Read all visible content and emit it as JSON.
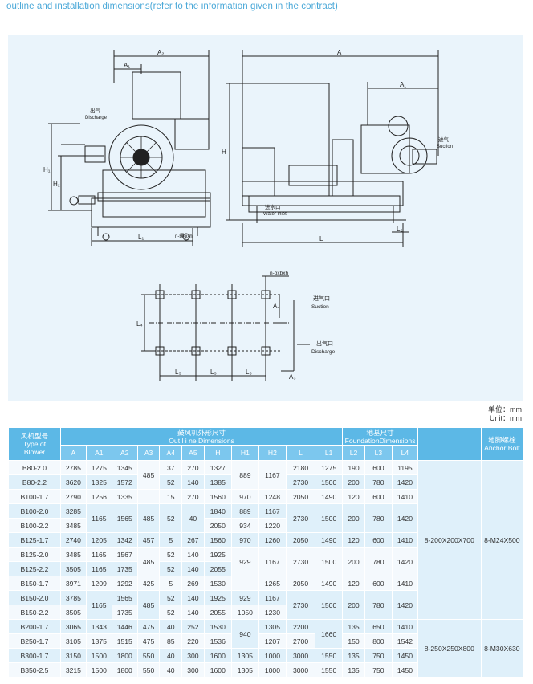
{
  "title": "outline and installation dimensions(refer to the information given in the contract)",
  "unit_cn": "单位：mm",
  "unit_en": "Unit：mm",
  "drawing_labels": {
    "a2": "A₂",
    "a1": "A₁",
    "a": "A",
    "a1r": "A₁",
    "h": "H",
    "h1": "H₁",
    "h2": "H₂",
    "l1": "L₁",
    "l": "L",
    "l2": "L₂",
    "l3a": "L₃",
    "l3b": "L₃",
    "l3c": "L₃",
    "l4": "L₄",
    "a4": "A₄",
    "a3": "A₃",
    "outlet_cn": "出气",
    "outlet_en": "Discharge",
    "inlet_cn": "进气",
    "inlet_en": "Suction",
    "water_cn": "进水口",
    "water_en": "Water Inlet",
    "bolt_left": "n-螺φxh",
    "bolt_top": "n-bxbxh",
    "suction_cn": "进气口",
    "suction_en": "Suction",
    "discharge_cn": "出气口",
    "discharge_en": "Discharge"
  },
  "table": {
    "h_model_cn": "风机型号",
    "h_model_en1": "Type of",
    "h_model_en2": "Blower",
    "h_outline_cn": "鼓风机外形尺寸",
    "h_outline_en": "Out l i ne Dimensions",
    "h_found_cn": "地基尺寸",
    "h_found_en": "FoundationDimensions",
    "h_anchor_cn": "地脚螺栓",
    "h_anchor_en": "Anchor Bolt",
    "cols": [
      "A",
      "A1",
      "A2",
      "A3",
      "A4",
      "A5",
      "H",
      "H1",
      "H2",
      "L",
      "L1",
      "L2",
      "L3",
      "L4"
    ],
    "rows": [
      [
        "B80-2.0",
        "2785",
        "1275",
        "1345",
        "",
        "37",
        "270",
        "1327",
        "",
        "",
        "2180",
        "1275",
        "190",
        "600",
        "1195"
      ],
      [
        "B80-2.2",
        "3620",
        "1325",
        "1572",
        "",
        "52",
        "140",
        "1385",
        "",
        "",
        "2730",
        "1500",
        "200",
        "780",
        "1420"
      ],
      [
        "B100-1.7",
        "2790",
        "1256",
        "1335",
        "",
        "15",
        "270",
        "1560",
        "970",
        "1248",
        "2050",
        "1490",
        "120",
        "600",
        "1410"
      ],
      [
        "B100-2.0",
        "3285",
        "",
        "",
        "",
        "",
        "",
        "1840",
        "889",
        "1167",
        "",
        "",
        "",
        "",
        ""
      ],
      [
        "B100-2.2",
        "3485",
        "",
        "",
        "",
        "",
        "",
        "2050",
        "934",
        "1220",
        "",
        "",
        "",
        "",
        ""
      ],
      [
        "B125-1.7",
        "2740",
        "1205",
        "1342",
        "457",
        "5",
        "267",
        "1560",
        "970",
        "1260",
        "2050",
        "1490",
        "120",
        "600",
        "1410"
      ],
      [
        "B125-2.0",
        "3485",
        "1165",
        "1567",
        "",
        "52",
        "140",
        "1925",
        "",
        "",
        "",
        "",
        "",
        "",
        ""
      ],
      [
        "B125-2.2",
        "3505",
        "1165",
        "1735",
        "",
        "52",
        "140",
        "2055",
        "",
        "",
        "",
        "",
        "",
        "",
        ""
      ],
      [
        "B150-1.7",
        "3971",
        "1209",
        "1292",
        "425",
        "5",
        "269",
        "1530",
        "",
        "1265",
        "2050",
        "1490",
        "120",
        "600",
        "1410"
      ],
      [
        "B150-2.0",
        "3785",
        "",
        "1565",
        "",
        "52",
        "140",
        "1925",
        "929",
        "1167",
        "",
        "",
        "",
        "",
        ""
      ],
      [
        "B150-2.2",
        "3505",
        "",
        "1735",
        "",
        "52",
        "140",
        "2055",
        "1050",
        "1230",
        "",
        "",
        "",
        "",
        ""
      ],
      [
        "B200-1.7",
        "3065",
        "1343",
        "1446",
        "475",
        "40",
        "252",
        "1530",
        "",
        "1305",
        "2200",
        "",
        "135",
        "650",
        "1410"
      ],
      [
        "B250-1.7",
        "3105",
        "1375",
        "1515",
        "475",
        "85",
        "220",
        "1536",
        "",
        "1207",
        "2700",
        "",
        "150",
        "800",
        "1542"
      ],
      [
        "B300-1.7",
        "3150",
        "1500",
        "1800",
        "550",
        "40",
        "300",
        "1600",
        "1305",
        "1000",
        "3000",
        "1550",
        "135",
        "750",
        "1450"
      ],
      [
        "B350-2.5",
        "3215",
        "1500",
        "1800",
        "550",
        "40",
        "300",
        "1600",
        "1305",
        "1000",
        "3000",
        "1550",
        "135",
        "750",
        "1450"
      ]
    ],
    "merged": {
      "a1_b100": "1165",
      "a2_b100": "1565",
      "a3_group": "485",
      "a4_b100": "52",
      "a5_b100": "40",
      "l_b100": "2730",
      "l1_b100": "1500",
      "l2_b100": "200",
      "l3_b100": "780",
      "l4_b100": "1420",
      "a3_b125": "485",
      "h1_b125": "929",
      "h2_b125": "1167",
      "l_b125": "2730",
      "l1_b125": "1500",
      "l2_b125": "200",
      "l3_b125": "780",
      "l4_b125": "1420",
      "a1_b150": "1165",
      "a3_b150": "485",
      "l_b150": "2730",
      "l1_b150": "1500",
      "l2_b150": "200",
      "l3_b150": "780",
      "l4_b150": "1420",
      "h1_b200": "940",
      "l1_b200": "1660",
      "h1_b80": "889",
      "h2_b80": "1167",
      "a3_b80": "485",
      "found_a": "8-200X200X700",
      "anchor_a": "8-M24X500",
      "found_b": "8-250X250X800",
      "anchor_b": "8-M30X630"
    }
  }
}
